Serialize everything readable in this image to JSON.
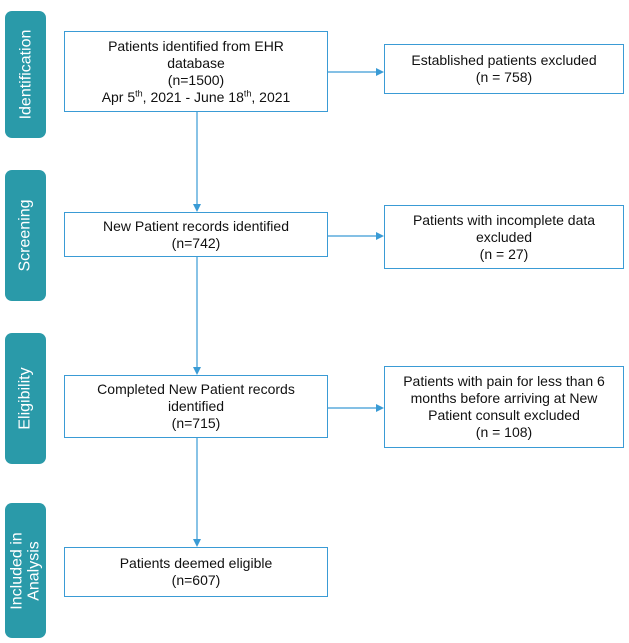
{
  "stages": {
    "identification": "Identification",
    "screening": "Screening",
    "eligibility": "Eligibility",
    "analysis_line1": "Included in",
    "analysis_line2": "Analysis"
  },
  "main_boxes": {
    "identified": {
      "line1": "Patients identified from EHR",
      "line2": "database",
      "line3": "(n=1500)",
      "date_part1": "Apr 5",
      "date_sup1": "th",
      "date_part2": ", 2021 - June 18",
      "date_sup2": "th",
      "date_part3": ", 2021"
    },
    "new_patient": {
      "line1": "New Patient records identified",
      "line2": "(n=742)"
    },
    "completed": {
      "line1": "Completed New Patient records",
      "line2": "identified",
      "line3": "(n=715)"
    },
    "eligible": {
      "line1": "Patients deemed eligible",
      "line2": "(n=607)"
    }
  },
  "exclusion_boxes": {
    "established": {
      "line1": "Established patients excluded",
      "line2": "(n = 758)"
    },
    "incomplete": {
      "line1": "Patients with incomplete data",
      "line2": "excluded",
      "line3": "(n = 27)"
    },
    "pain_duration": {
      "line1": "Patients with pain for less than 6",
      "line2": "months before arriving at New",
      "line3": "Patient consult excluded",
      "line4": "(n = 108)"
    }
  },
  "colors": {
    "stage_tab": "#2a9aa9",
    "box_border": "#3a9bd5",
    "arrow": "#3a9bd5"
  }
}
